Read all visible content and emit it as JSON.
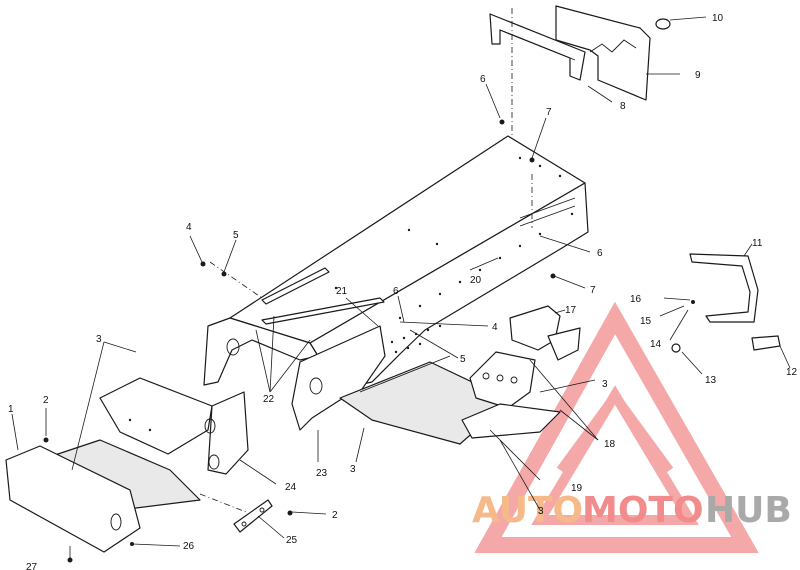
{
  "callouts": {
    "c1": "1",
    "c2a": "2",
    "c2b": "2",
    "c3a": "3",
    "c3b": "3",
    "c3c": "3",
    "c3d": "3",
    "c4a": "4",
    "c4b": "4",
    "c5a": "5",
    "c5b": "5",
    "c6a": "6",
    "c6b": "6",
    "c6c": "6",
    "c7a": "7",
    "c7b": "7",
    "c8": "8",
    "c9": "9",
    "c10": "10",
    "c11": "11",
    "c12": "12",
    "c13": "13",
    "c14": "14",
    "c15": "15",
    "c16": "16",
    "c17": "17",
    "c18": "18",
    "c19": "19",
    "c20": "20",
    "c21": "21",
    "c22": "22",
    "c23": "23",
    "c24": "24",
    "c25": "25",
    "c26": "26",
    "c27": "27"
  },
  "watermark": {
    "part1": "AUTO",
    "part2": "MOTO",
    "part3": "HUB",
    "color_orange": "#f6b98a",
    "color_red": "#f28b8b",
    "color_gray": "#a9a9a9"
  }
}
